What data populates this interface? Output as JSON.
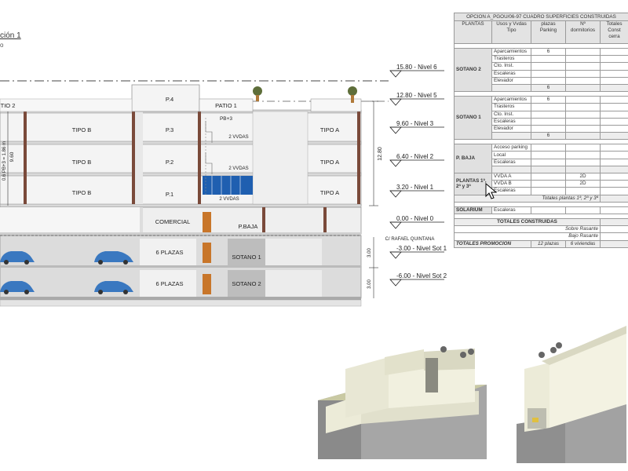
{
  "sheet": {
    "title": "ción 1",
    "subtitle": "o"
  },
  "levels": [
    {
      "elev": "15.80",
      "name": "Nivel 6"
    },
    {
      "elev": "12.80",
      "name": "Nivel 5"
    },
    {
      "elev": "9.60",
      "name": "Nivel 3"
    },
    {
      "elev": "6.40",
      "name": "Nivel 2"
    },
    {
      "elev": "3.20",
      "name": "Nivel 1"
    },
    {
      "elev": "0.00",
      "name": "Nivel 0"
    },
    {
      "elev": "-3.00",
      "name": "Nivel Sot 1"
    },
    {
      "elev": "-6.00",
      "name": "Nivel Sot 2"
    }
  ],
  "section": {
    "patio_left": "TIO 2",
    "tipo_b": "TIPO B",
    "tipo_a": "TIPO A",
    "p4": "P.4",
    "p3": "P.3",
    "p2": "P.2",
    "p1": "P.1",
    "patio1": "PATIO 1",
    "pb3": "PB+3",
    "two_vdas": "2 VVDAS",
    "comercial": "COMERCIAL",
    "pbaja": "P.BAJA",
    "plazas": "6 PLAZAS",
    "sotano1": "SOTANO 1",
    "sotano2": "SOTANO 2",
    "street": "C/ RAFAEL QUINTANA",
    "dim_total": "12.80",
    "dim_3": "3.00",
    "dim_left": "9.60",
    "dim_left2": "0.6 PB+3 = 1.86 m"
  },
  "table": {
    "title": "OPCION A_PGOU/06-97      CUADRO SUPERFICIES CONSTRUIDAS",
    "headers": {
      "plantas": "PLANTAS",
      "usos": "Usos y Vvdas Tipo",
      "plazas": "plazas Parking",
      "dorm": "Nº dormitorios",
      "totales": "Totales Const cerra"
    },
    "sotano2": {
      "label": "SOTANO 2",
      "rows": [
        {
          "uso": "Aparcamientos",
          "plazas": "6",
          "dorm": ""
        },
        {
          "uso": "Trasteros",
          "plazas": "",
          "dorm": ""
        },
        {
          "uso": "Cto. Inst.",
          "plazas": "",
          "dorm": ""
        },
        {
          "uso": "Escaleras",
          "plazas": "",
          "dorm": ""
        },
        {
          "uso": "Elevador",
          "plazas": "",
          "dorm": ""
        }
      ],
      "subtotal": "6"
    },
    "sotano1": {
      "label": "SOTANO 1",
      "rows": [
        {
          "uso": "Aparcamientos",
          "plazas": "6",
          "dorm": ""
        },
        {
          "uso": "Trasteros",
          "plazas": "",
          "dorm": ""
        },
        {
          "uso": "Cto. Inst.",
          "plazas": "",
          "dorm": ""
        },
        {
          "uso": "Escaleras",
          "plazas": "",
          "dorm": ""
        },
        {
          "uso": "Elevador",
          "plazas": "",
          "dorm": ""
        }
      ],
      "subtotal": "6"
    },
    "pbaja": {
      "label": "P. BAJA",
      "rows": [
        {
          "uso": "Acceso parking",
          "plazas": "",
          "dorm": ""
        },
        {
          "uso": "Local",
          "plazas": "",
          "dorm": ""
        },
        {
          "uso": "Escaleras",
          "plazas": "",
          "dorm": ""
        }
      ]
    },
    "plantas": {
      "label": "PLANTAS 1ª, 2ª y 3ª",
      "rows": [
        {
          "uso": "VVDA A",
          "plazas": "",
          "dorm": "2D"
        },
        {
          "uso": "VVDA B",
          "plazas": "",
          "dorm": "2D"
        },
        {
          "uso": "Escaleras",
          "plazas": "",
          "dorm": ""
        }
      ],
      "totals_label": "Totales plantas 1ª, 2ª y 3ª"
    },
    "solarium": {
      "label": "SOLARIUM",
      "uso": "Escaleras"
    },
    "totales": {
      "label": "TOTALES CONSTRUIDAS",
      "sobre": "Sobre Rasante",
      "bajo": "Bajo Rasante"
    },
    "promocion": {
      "label": "TOTALES PROMOCION",
      "plazas": "12 plazas",
      "viviendas": "6 viviendas"
    }
  },
  "colors": {
    "accent_blue": "#1f5fb0",
    "door": "#c8762a",
    "wall": "#7a4a3a"
  }
}
